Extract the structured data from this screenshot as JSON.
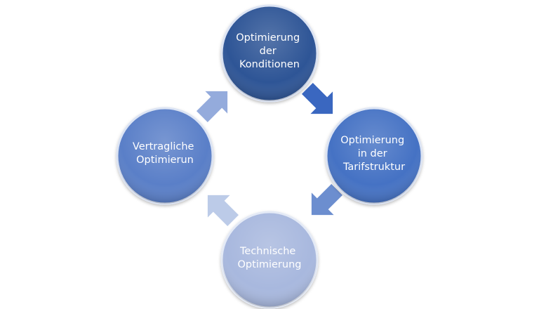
{
  "cycle": {
    "nodes": [
      {
        "lines": [
          "Optimierung",
          "der",
          "Konditionen"
        ],
        "color": "#2f5596"
      },
      {
        "lines": [
          "Optimierung",
          "in der",
          "Tarifstruktur"
        ],
        "color": "#4472c4"
      },
      {
        "lines": [
          "Technische",
          "Optimierung"
        ],
        "color": "#a8b8de"
      },
      {
        "lines": [
          "Vertragliche",
          "Optimierun"
        ],
        "color": "#5a7fc8"
      }
    ],
    "arrow_colors": [
      "#3a67c0",
      "#6c8ecf",
      "#bccbe8",
      "#94abdc"
    ]
  }
}
